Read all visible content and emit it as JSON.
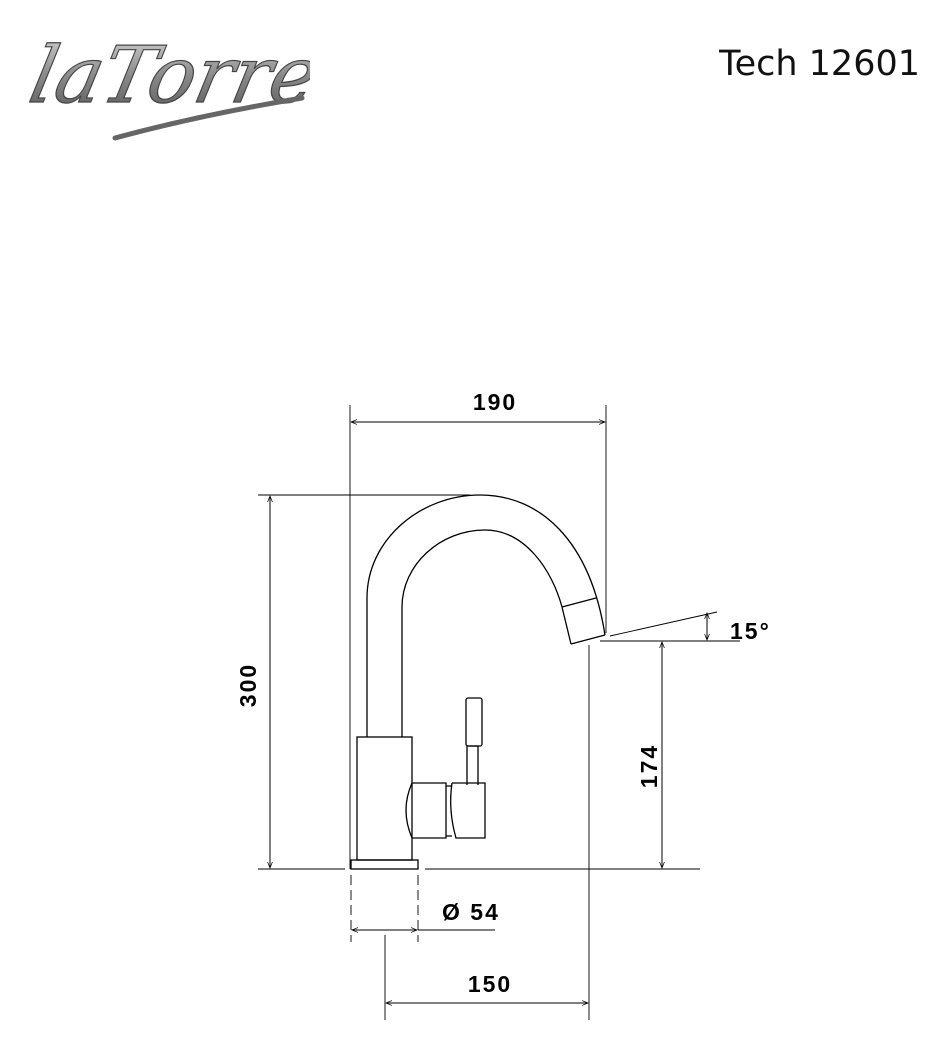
{
  "header": {
    "logo_text": "laTorre",
    "model": "Tech 12601"
  },
  "dimensions": {
    "width_total": "190",
    "height_total": "300",
    "spout_height": "174",
    "spout_angle": "15°",
    "base_diameter": "Ø 54",
    "spout_reach": "150"
  }
}
